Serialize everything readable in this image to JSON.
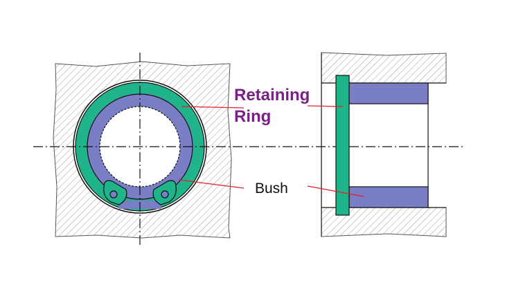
{
  "labels": {
    "retaining_ring_line1": "Retaining",
    "retaining_ring_line2": "Ring",
    "bush": "Bush"
  },
  "colors": {
    "retaining_ring": "#1fb489",
    "bush": "#7a7ec4",
    "leader": "#e0202c",
    "ring_label": "#7a1f86",
    "hatch": "#9a9a9a",
    "outline": "#111111"
  }
}
